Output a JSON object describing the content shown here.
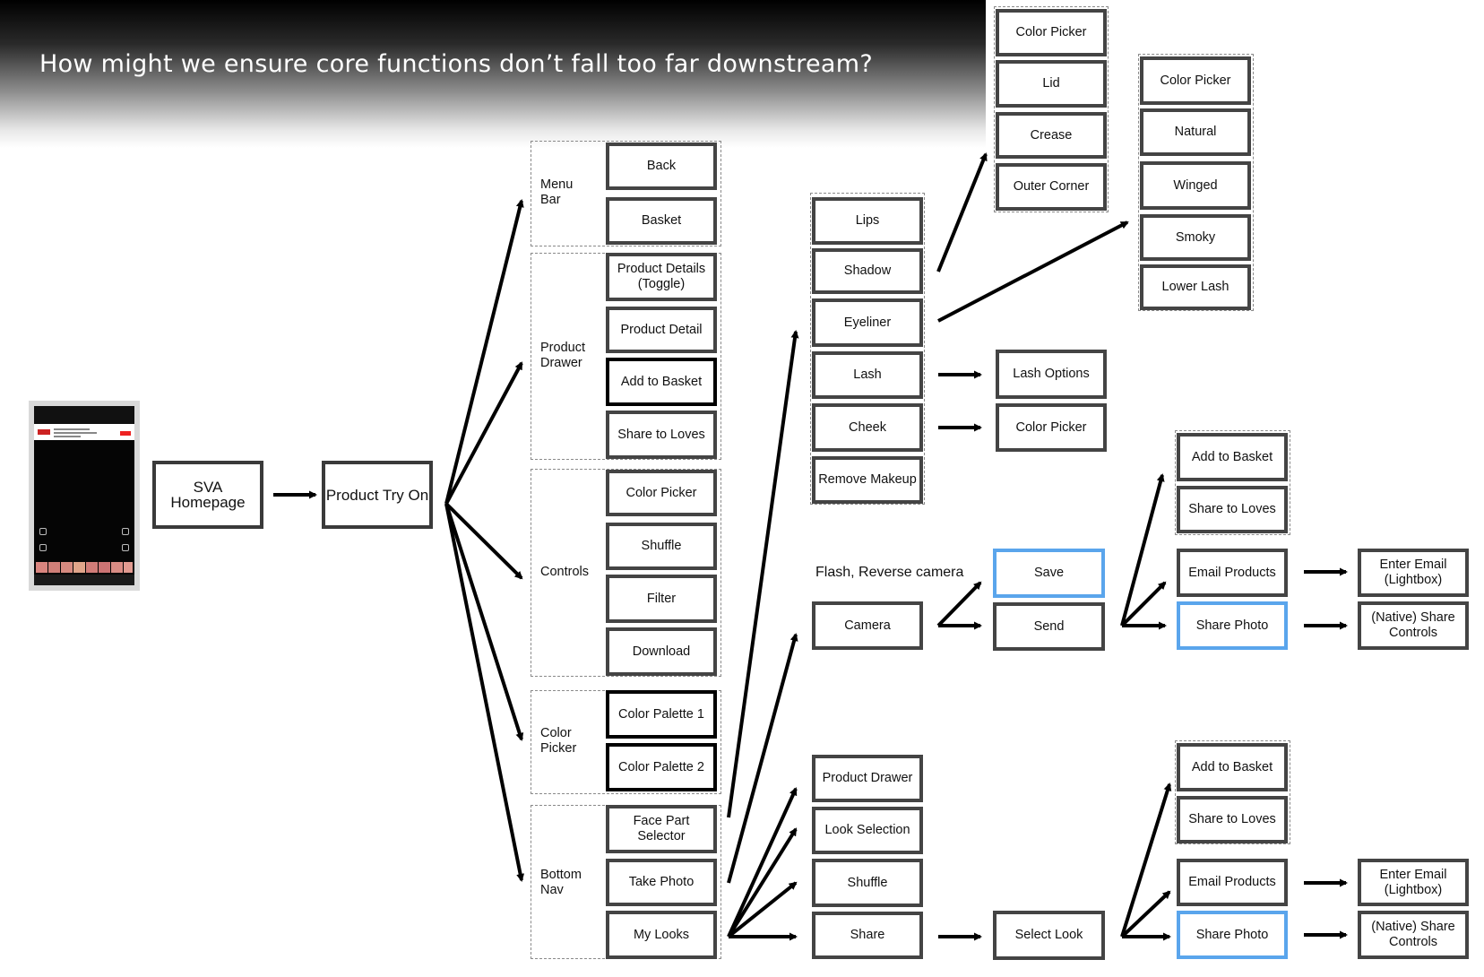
{
  "title": "How might we ensure core functions don’t fall too far downstream?",
  "main_nodes": {
    "homepage": "SVA Homepage",
    "try_on": "Product Try On"
  },
  "groups": {
    "menu_bar": {
      "label": "Menu\nBar",
      "items": [
        "Back",
        "Basket"
      ]
    },
    "product_drawer": {
      "label": "Product\nDrawer",
      "items": [
        "Product Details\n(Toggle)",
        "Product Detail",
        "Add to Basket",
        "Share to Loves"
      ]
    },
    "controls": {
      "label": "Controls",
      "items": [
        "Color Picker",
        "Shuffle",
        "Filter",
        "Download"
      ]
    },
    "color_picker": {
      "label": "Color\nPicker",
      "items": [
        "Color Palette 1",
        "Color Palette 2"
      ]
    },
    "bottom_nav": {
      "label": "Bottom\nNav",
      "items": [
        "Face Part\nSelector",
        "Take Photo",
        "My Looks"
      ]
    }
  },
  "face_parts": [
    "Lips",
    "Shadow",
    "Eyeliner",
    "Lash",
    "Cheek",
    "Remove Makeup"
  ],
  "shadow_options": [
    "Color Picker",
    "Lid",
    "Crease",
    "Outer Corner"
  ],
  "eyeliner_options": [
    "Color Picker",
    "Natural",
    "Winged",
    "Smoky",
    "Lower Lash"
  ],
  "lash_option": "Lash Options",
  "cheek_option": "Color Picker",
  "camera": {
    "note": "Flash, Reverse camera",
    "label": "Camera",
    "save": "Save",
    "send": "Send"
  },
  "send_options": {
    "add_to_basket": "Add to Basket",
    "share_to_loves": "Share to Loves",
    "email_products": "Email Products",
    "share_photo": "Share Photo",
    "enter_email": "Enter Email\n(Lightbox)",
    "native_share": "(Native) Share\nControls"
  },
  "my_looks_options": [
    "Product Drawer",
    "Look Selection",
    "Shuffle",
    "Share"
  ],
  "select_look": "Select Look",
  "look_share_options": {
    "add_to_basket": "Add to Basket",
    "share_to_loves": "Share to Loves",
    "email_products": "Email Products",
    "share_photo": "Share Photo",
    "enter_email": "Enter Email\n(Lightbox)",
    "native_share": "(Native) Share\nControls"
  },
  "colors": {
    "node_border": "#444444",
    "highlight_border": "#5aa5ec",
    "arrow": "#000000"
  }
}
